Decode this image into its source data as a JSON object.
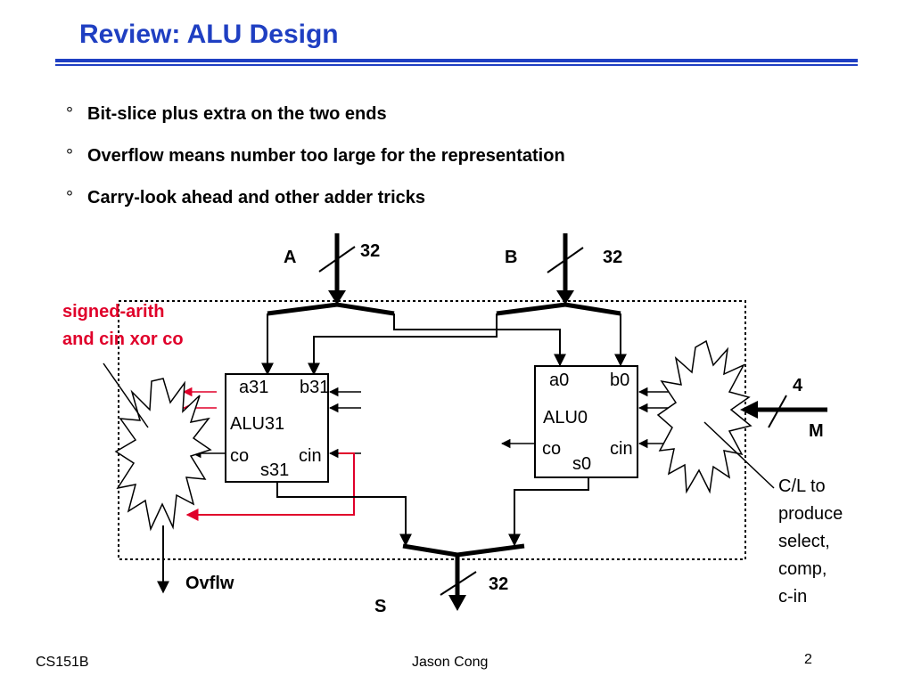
{
  "slide": {
    "title": "Review: ALU Design",
    "bullet_marker": "°",
    "bullets": [
      "Bit-slice plus extra on the two ends",
      "Overflow means number too large for the representation",
      "Carry-look ahead and other adder tricks"
    ]
  },
  "diagram": {
    "input_a": "A",
    "input_a_width": "32",
    "input_b": "B",
    "input_b_width": "32",
    "input_m": "M",
    "input_m_width": "4",
    "output_s": "S",
    "output_s_width": "32",
    "ovflw": "Ovflw",
    "note_signed_line1": "signed-arith",
    "note_signed_line2": "and cin xor co",
    "note_cl_lines": [
      "C/L to",
      "produce",
      "select,",
      "comp,",
      "c-in"
    ],
    "alu31": {
      "a": "a31",
      "b": "b31",
      "name": "ALU31",
      "co": "co",
      "cin": "cin",
      "s": "s31"
    },
    "alu0": {
      "a": "a0",
      "b": "b0",
      "name": "ALU0",
      "co": "co",
      "cin": "cin",
      "s": "s0"
    },
    "colors": {
      "title": "#1f3fc2",
      "highlight": "#e0002a",
      "line": "#000000"
    }
  },
  "footer": {
    "left": "CS151B",
    "center": "Jason Cong",
    "page": "2"
  }
}
